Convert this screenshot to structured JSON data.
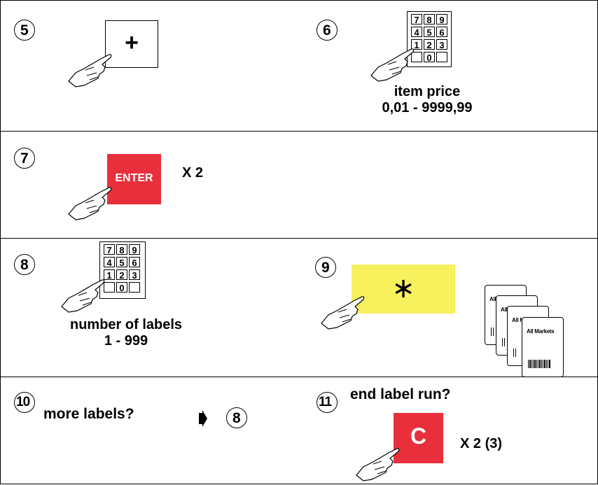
{
  "steps": {
    "s5": {
      "number": "5",
      "button": "+"
    },
    "s6": {
      "number": "6",
      "caption_line1": "item price",
      "caption_line2": "0,01 - 9999,99"
    },
    "s7": {
      "number": "7",
      "button": "ENTER",
      "repeat": "X 2"
    },
    "s8": {
      "number": "8",
      "caption_line1": "number of labels",
      "caption_line2": "1 - 999"
    },
    "s9": {
      "number": "9",
      "button": "∗",
      "ticket_title": "All Markets"
    },
    "s10": {
      "number": "10",
      "question": "more labels?",
      "goto": "8"
    },
    "s11": {
      "number": "11",
      "question": "end label run?",
      "button": "C",
      "repeat": "X 2 (3)"
    }
  },
  "keypad": {
    "rows": [
      [
        "7",
        "8",
        "9"
      ],
      [
        "4",
        "5",
        "6"
      ],
      [
        "1",
        "2",
        "3"
      ],
      [
        "",
        "0",
        ""
      ]
    ]
  },
  "colors": {
    "red": "#e8303c",
    "yellow": "#f6f15c",
    "line": "#000000"
  },
  "icons": {
    "hand": "pointing-hand-icon",
    "arrow": "arrow-right-icon"
  }
}
